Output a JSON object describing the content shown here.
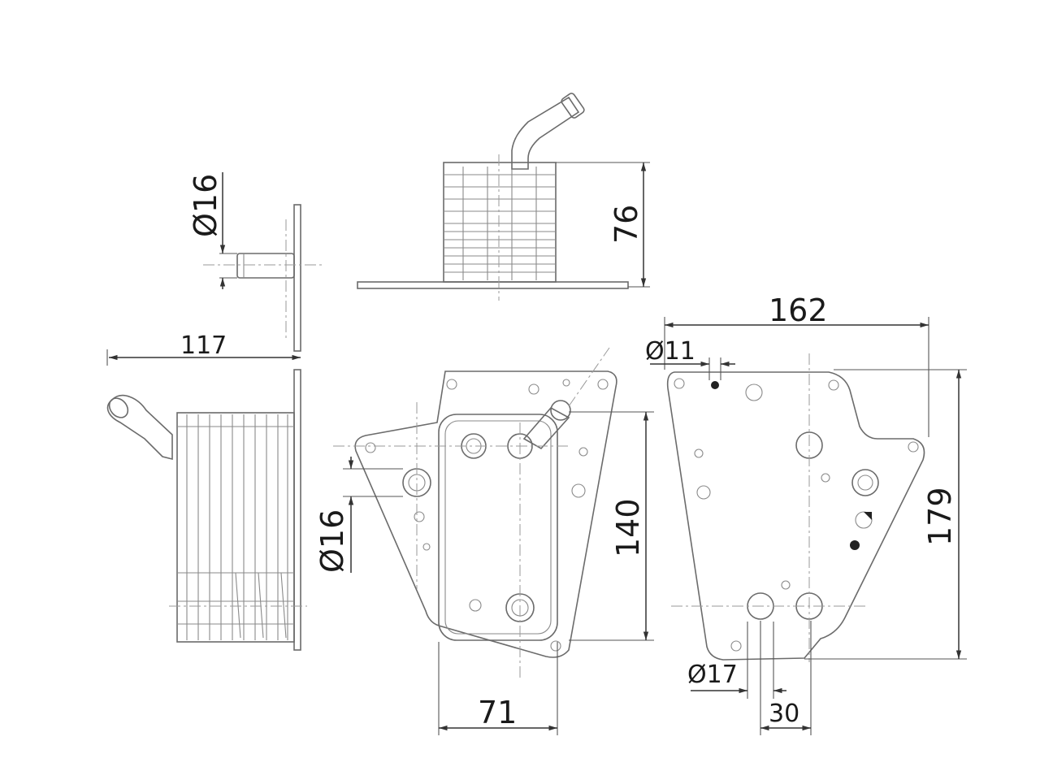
{
  "dimensions": {
    "side_diameter": "Ø16",
    "side_length": "117",
    "top_height": "76",
    "front_port_diameter": "Ø16",
    "front_height": "140",
    "front_width": "71",
    "rear_width": "162",
    "rear_small_hole": "Ø11",
    "rear_height": "179",
    "rear_port_diameter": "Ø17",
    "rear_port_spacing": "30"
  },
  "views": [
    "side-view",
    "top-view",
    "front-view",
    "rear-view"
  ],
  "colors": {
    "line": "#6b6b6b",
    "dimension": "#333333",
    "text": "#1a1a1a"
  }
}
